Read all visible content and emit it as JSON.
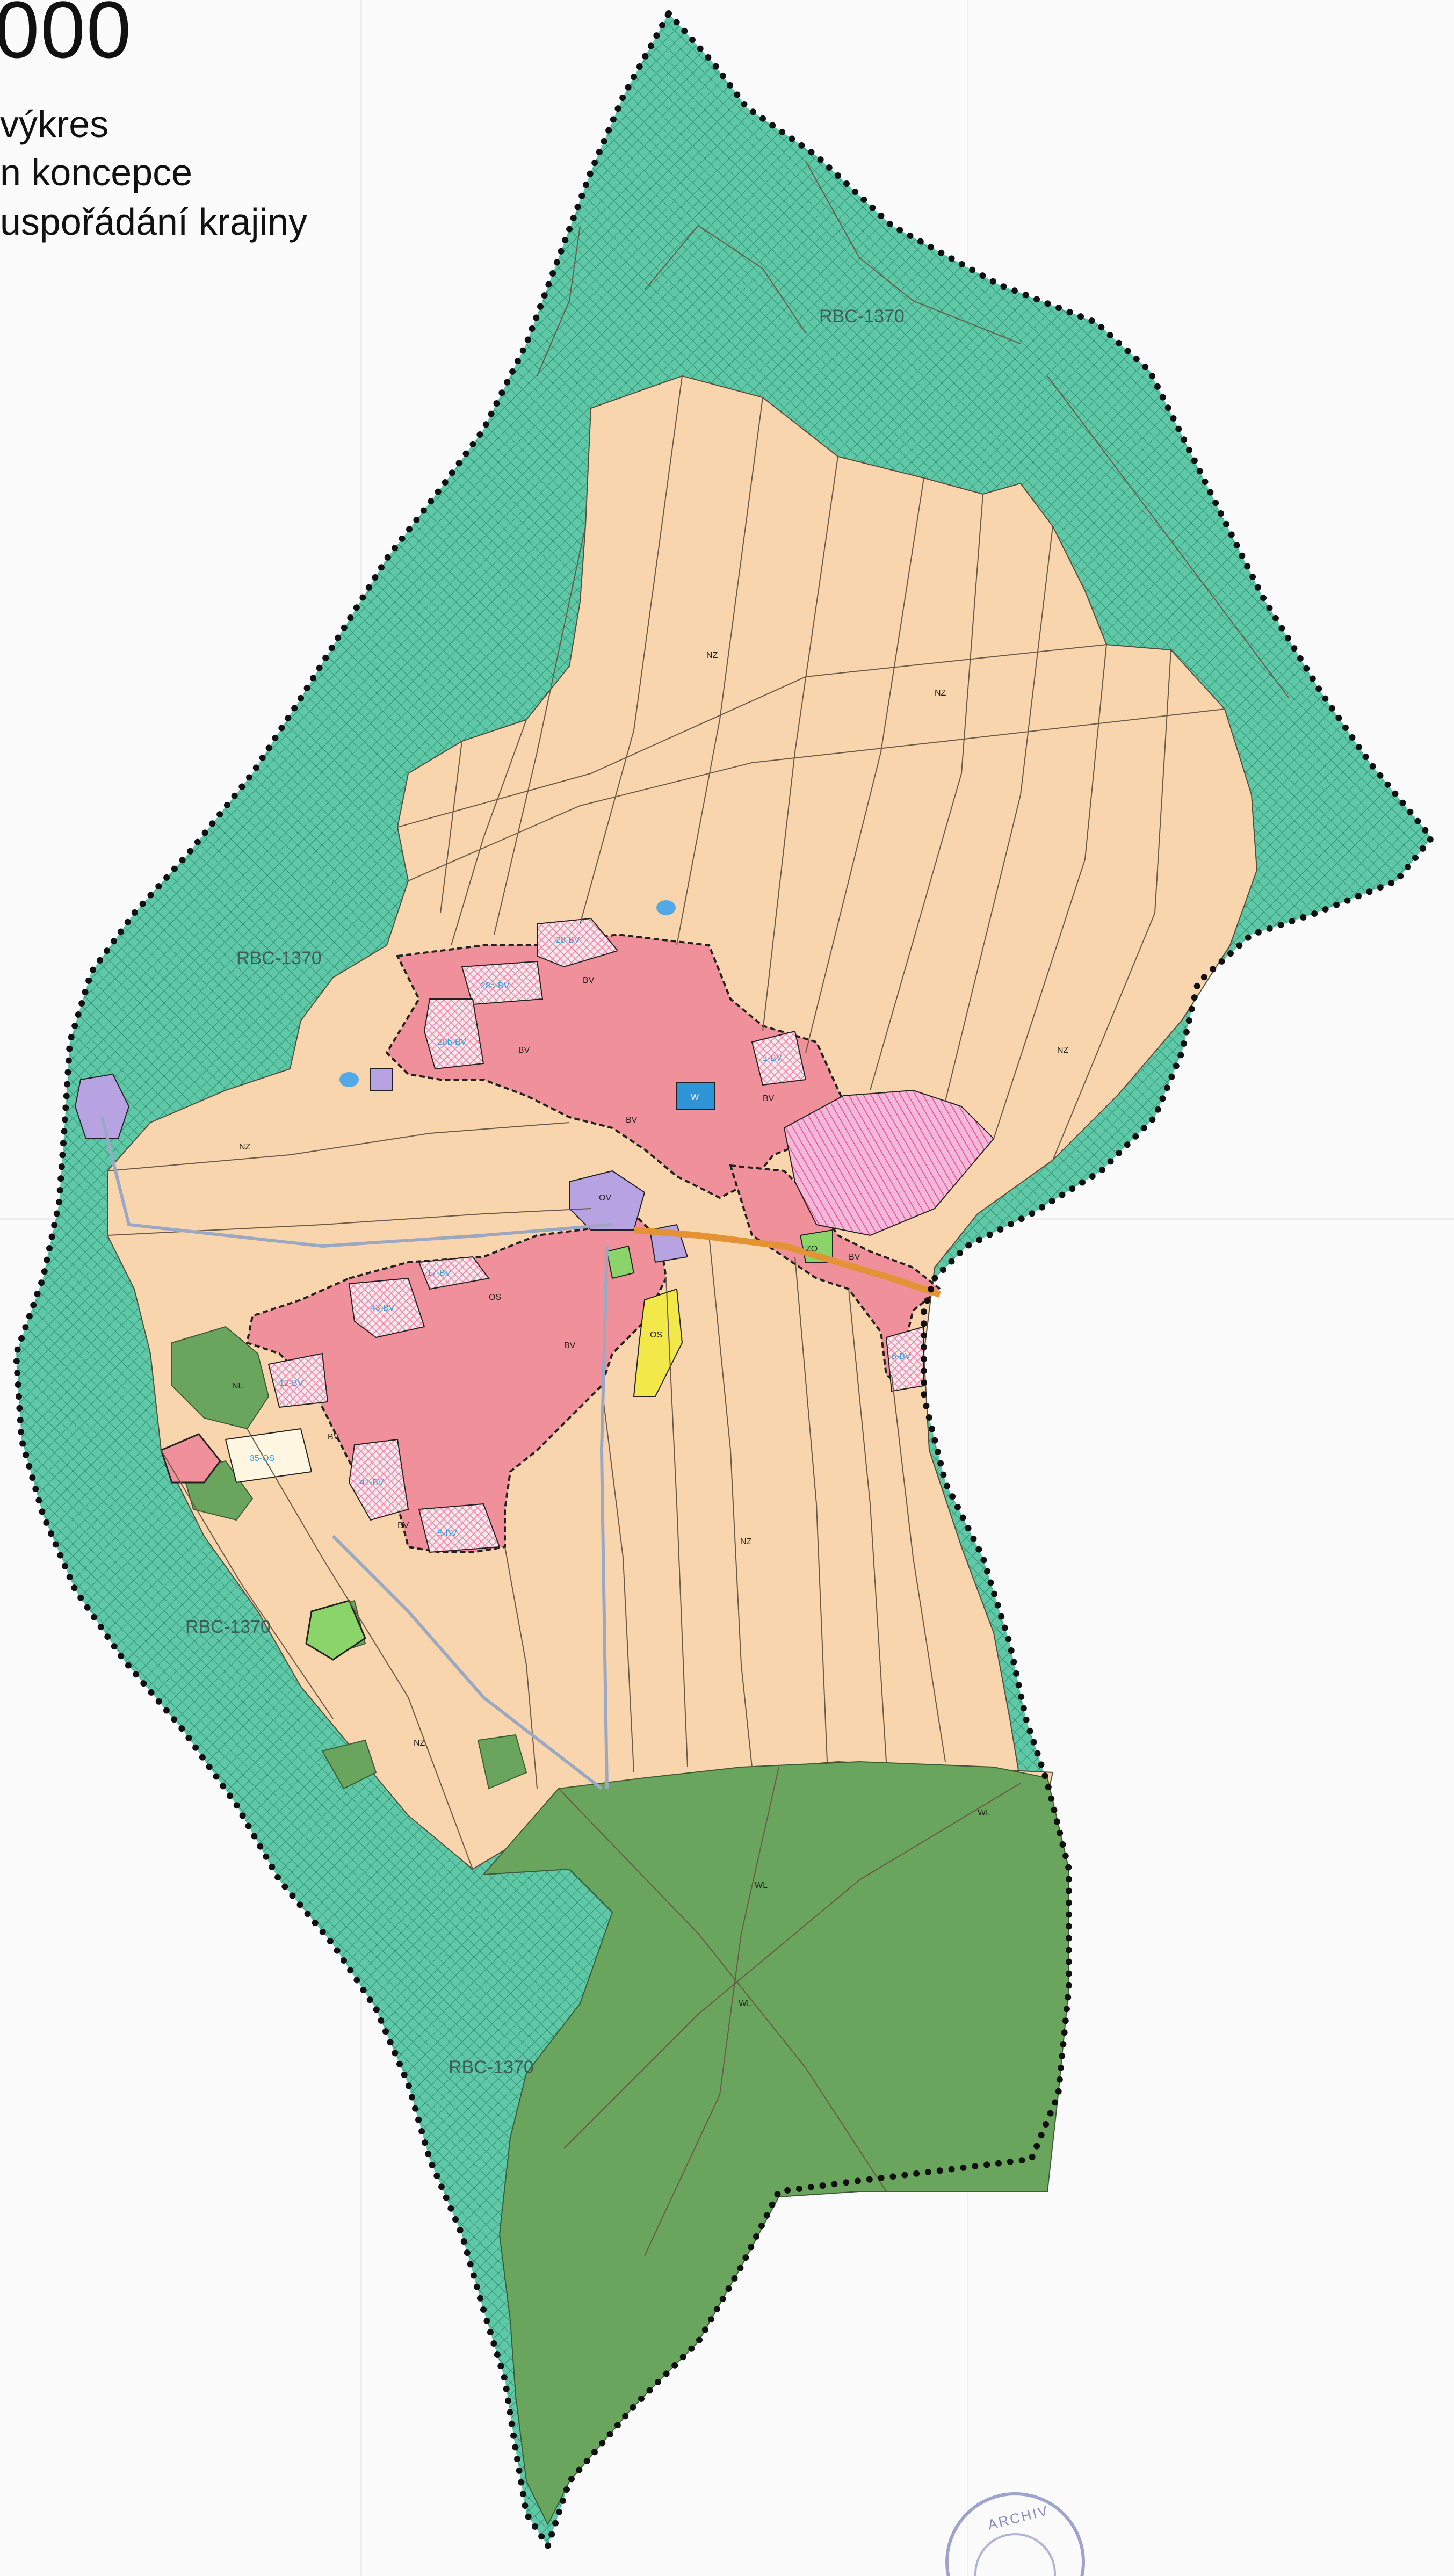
{
  "title": {
    "scale": "000",
    "line1": "výkres",
    "line2": "n koncepce",
    "line3": "uspořádání krajiny"
  },
  "colors": {
    "biocorridor": "#5fc8a6",
    "agricultural": "#f8d5ad",
    "forest": "#6aa55d",
    "village": "#f0909a",
    "public": "#b7a2e2",
    "water": "#2f93d8",
    "sport": "#f2e84a",
    "boundary": "#111111"
  },
  "map_labels": {
    "rbc_north": "RBC-1370",
    "rbc_west": "RBC-1370",
    "rbc_southwest": "RBC-1370",
    "rbc_south": "RBC-1370",
    "nz_north": "NZ",
    "nz_north2": "NZ",
    "nz_east": "NZ",
    "nz_west": "NZ",
    "nz_south": "NZ",
    "nz_sw": "NZ",
    "wl_south": "WL",
    "wl_east": "WL",
    "wl_center": "WL",
    "nl_west": "NL",
    "bv_1": "BV",
    "bv_2": "BV",
    "bv_3": "BV",
    "bv_4": "BV",
    "bv_5": "BV",
    "bv_6": "BV",
    "bv_7": "BV",
    "bv_8": "BV",
    "ov_1": "OV",
    "os_1": "OS",
    "os_2": "OS",
    "zo_1": "ZO",
    "w_1": "W",
    "zone_28": "28-BV",
    "zone_28a": "28a-BV",
    "zone_28b": "28b-BV",
    "zone_1": "1-BV",
    "zone_17": "17-BV",
    "zone_43": "43-BV",
    "zone_12": "12-BV",
    "zone_41": "41-BV",
    "zone_6": "6-BV",
    "zone_5": "5-BV",
    "zone_35": "35-OS"
  },
  "stamp": {
    "text": "ARCHIV"
  }
}
